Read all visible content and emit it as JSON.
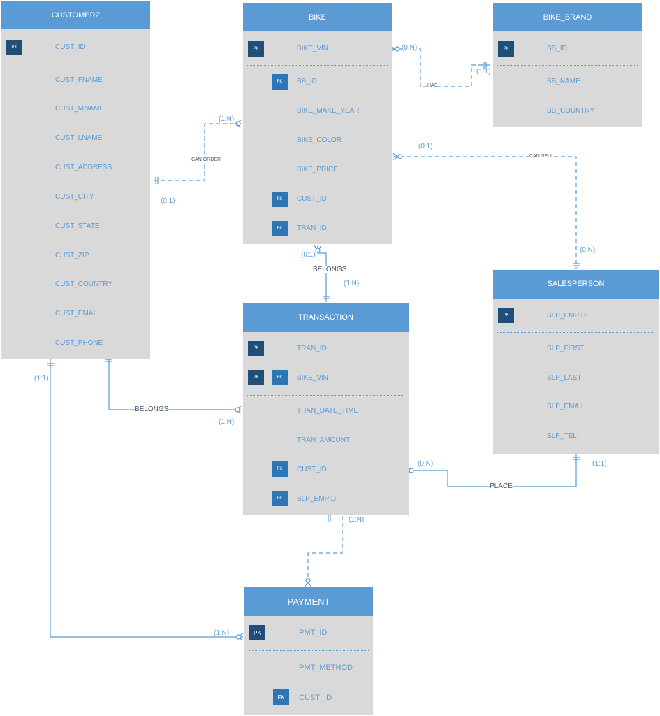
{
  "colors": {
    "header": "#5b9bd5",
    "body": "#d9d9d9",
    "pk": "#1f4e79",
    "fk": "#2e75b6",
    "line": "#5b9bd5"
  },
  "entities": {
    "customerz": {
      "title": "CUSTOMERZ",
      "key_badge": "PK",
      "key_attr": "CUST_ID",
      "attrs": [
        "CUST_FNAME",
        "CUST_MNAME",
        "CUST_LNAME",
        "CUST_ADDRESS",
        "CUST_CITY",
        "CUST_STATE",
        "CUST_ZIP",
        "CUST_COUNTRY",
        "CUST_EMAIL",
        "CUST_PHONE"
      ]
    },
    "bike": {
      "title": "BIKE",
      "pk_badge": "PK",
      "fk_badge": "FK",
      "key_attr": "BIKE_VIN",
      "attrs": [
        "BB_ID",
        "BIKE_MAKE_YEAR",
        "BIKE_COLOR",
        "BIKE_PRICE",
        "CUST_ID",
        "TRAN_ID"
      ]
    },
    "bike_brand": {
      "title": "BIKE_BRAND",
      "key_badge": "PK",
      "key_attr": "BB_ID",
      "attrs": [
        "BB_NAME",
        "BB_COUNTRY"
      ]
    },
    "transaction": {
      "title": "TRANSACTION",
      "pk_badge": "PK",
      "fk_badge": "FK",
      "key_attrs": [
        "TRAN_ID",
        "BIKE_VIN"
      ],
      "attrs": [
        "TRAN_DATE_TIME",
        "TRAN_AMOUNT",
        "CUST_ID",
        "SLP_EMPID"
      ]
    },
    "salesperson": {
      "title": "SALESPERSON",
      "key_badge": "PK",
      "key_attr": "SLP_EMPID",
      "attrs": [
        "SLP_FIRST",
        "SLP_LAST",
        "SLP_EMAIL",
        "SLP_TEL"
      ]
    },
    "payment": {
      "title": "PAYMENT",
      "pk_badge": "PK",
      "fk_badge": "FK",
      "key_attr": "PMT_ID",
      "attrs": [
        "PMT_METHOD",
        "CUST_ID"
      ]
    }
  },
  "relationships": {
    "can_order": {
      "label": "CAN ORDER",
      "card_bike": "(1:N)",
      "card_customer": "(0:1)"
    },
    "has": {
      "label": "HAS",
      "card_bike": "(0:N)",
      "card_brand": "(1:1)"
    },
    "can_sell": {
      "label": "CAN SELL",
      "card_bike": "(0:1)",
      "card_salesperson": "(0:N)"
    },
    "belongs_bike_tran": {
      "label": "BELONGS",
      "card_bike": "(0:1)",
      "card_tran": "(1:N)"
    },
    "belongs_cust_tran": {
      "label": "BELONGS",
      "card_tran": "(1:N)"
    },
    "place": {
      "label": "PLACE",
      "card_tran": "(0:N)",
      "card_salesperson": "(1:1)"
    },
    "tran_payment": {
      "card": "(1:N)"
    },
    "cust_payment": {
      "card_customer": "(1:1)",
      "card_payment": "(1:N)"
    }
  }
}
